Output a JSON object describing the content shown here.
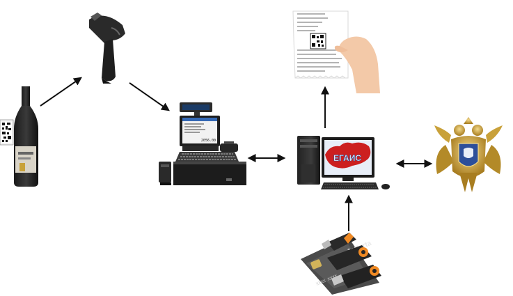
{
  "pos_display": "2056.00",
  "monitor_label": "ЕГАИС",
  "card_brand": "JaCarta",
  "card_number": "XXXX XXXX",
  "colors": {
    "arrow": "#111111",
    "egais_red": "#cc1f1f",
    "egais_blue": "#2a5aa8",
    "token_orange": "#f08a24",
    "gold": "#c9a13a"
  }
}
